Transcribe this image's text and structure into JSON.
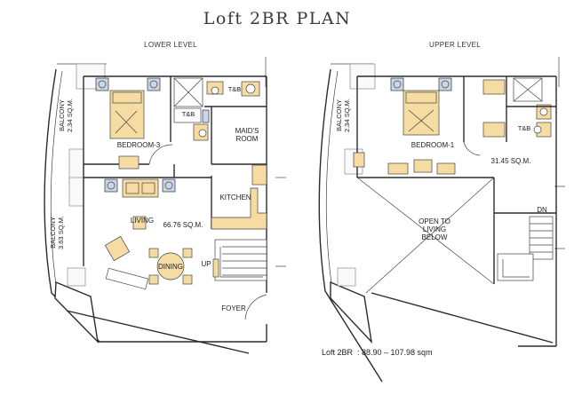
{
  "title": "Loft 2BR PLAN",
  "lower": {
    "heading": "LOWER LEVEL",
    "balcony_top": [
      "BALCONY",
      "2.34 SQ.M."
    ],
    "balcony_bottom": [
      "BALCONY",
      "3.63 SQ.M."
    ],
    "bedroom": "BEDROOM-3",
    "tb1": "T&B",
    "tb2": "T&B",
    "maids_room": [
      "MAID'S",
      "ROOM"
    ],
    "kitchen": "KITCHEN",
    "living": "LIVING",
    "area": "66.76 SQ.M.",
    "dining": "DINING",
    "up": "UP",
    "foyer": "FOYER"
  },
  "upper": {
    "heading": "UPPER LEVEL",
    "balcony": [
      "BALCONY",
      "2.34 SQ.M."
    ],
    "bedroom": "BEDROOM-1",
    "tb": "T&B",
    "area": "31.45 SQ.M.",
    "open": [
      "OPEN TO",
      "LIVING",
      "BELOW"
    ],
    "dn": "DN"
  },
  "footer": {
    "label": "Loft 2BR",
    "range": ":   88.90 – 107.98 sqm"
  }
}
